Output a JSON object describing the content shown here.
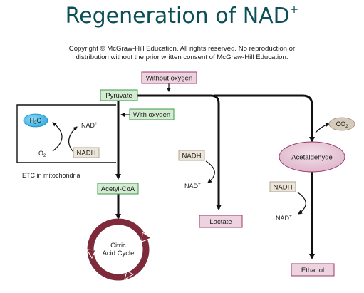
{
  "title": {
    "main": "Regeneration of NAD",
    "sup": "+"
  },
  "copyright": {
    "line1": "Copyright © McGraw-Hill Education. All rights reserved. No reproduction or",
    "line2": "distribution without the prior written consent of McGraw-Hill Education."
  },
  "nodes": {
    "without_oxygen": "Without oxygen",
    "pyruvate": "Pyruvate",
    "with_oxygen": "With oxygen",
    "acetyl_coa": "Acetyl-CoA",
    "citric_line1": "Citric",
    "citric_line2": "Acid Cycle",
    "lactate": "Lactate",
    "acetaldehyde": "Acetaldehyde",
    "co2": "CO",
    "co2_sub": "2",
    "ethanol": "Ethanol"
  },
  "etc": {
    "label": "ETC in mitochondria",
    "h2o_h": "H",
    "h2o_sub": "2",
    "h2o_o": "O",
    "o2_o": "O",
    "o2_sub": "2",
    "nad_plus": "NAD",
    "plus": "+",
    "nadh": "NADH"
  },
  "lactate_branch": {
    "nadh": "NADH",
    "nad_plus": "NAD",
    "plus": "+"
  },
  "ethanol_branch": {
    "nadh": "NADH",
    "nad_plus": "NAD",
    "plus": "+"
  },
  "colors": {
    "green_fill": "#d3ebd0",
    "green_stroke": "#3f9a4c",
    "pink_fill": "#ecd3df",
    "pink_stroke": "#9b3b68",
    "tan_fill": "#ece5da",
    "tan_stroke": "#b0a592",
    "blue": "#3fb6e6",
    "cycle": "#7e2a3a",
    "co2_fill": "#d6cabb"
  }
}
